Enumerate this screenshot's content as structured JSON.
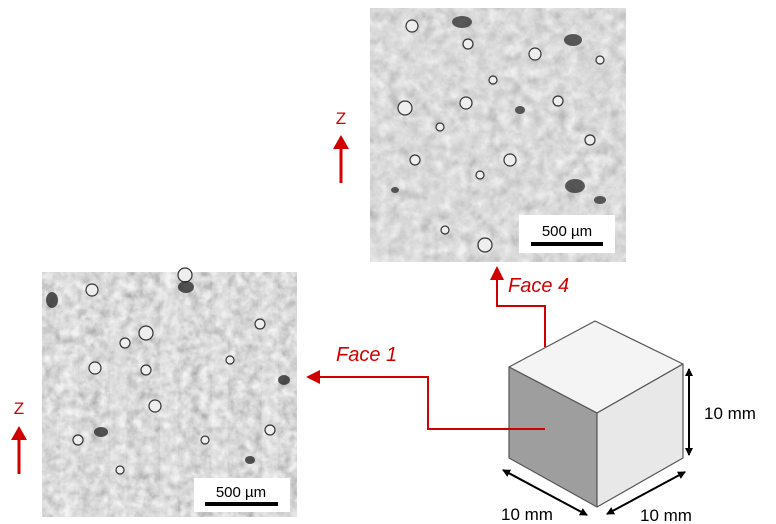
{
  "colors": {
    "annotation_red": "#d10000",
    "face_top": "#f4f4f4",
    "face_left": "#9e9e9e",
    "face_right": "#e8e8e8"
  },
  "panel_top": {
    "scale_bar_label": "500 µm",
    "axis_label": "Z"
  },
  "panel_bottom": {
    "scale_bar_label": "500 µm",
    "axis_label": "Z"
  },
  "face_labels": {
    "face_1": "Face 1",
    "face_4": "Face 4"
  },
  "cube": {
    "height_label": "10 mm",
    "depth_label": "10 mm",
    "width_label": "10 mm"
  },
  "icons": {
    "axis_arrow": "up-arrow-icon",
    "dimension_arrow": "double-arrow-icon"
  }
}
